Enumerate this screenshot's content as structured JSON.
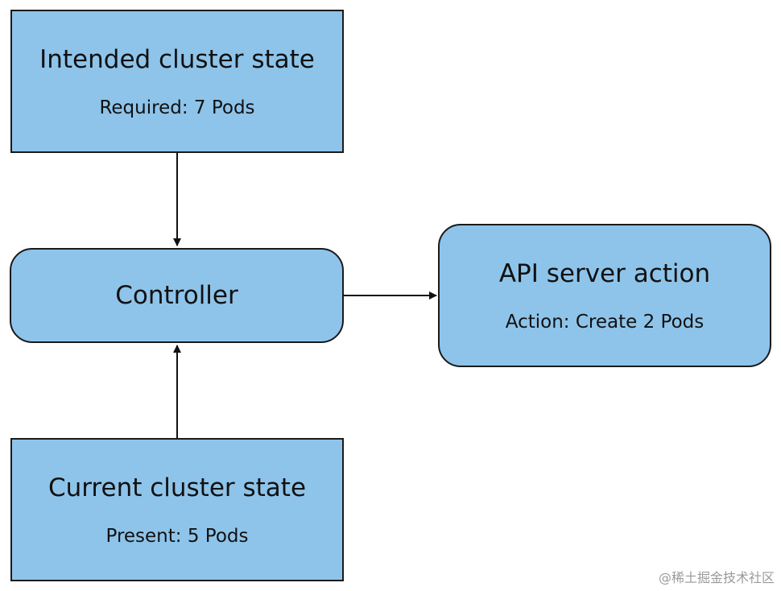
{
  "diagram": {
    "nodes": {
      "intended": {
        "title": "Intended cluster state",
        "subtitle": "Required: 7 Pods"
      },
      "controller": {
        "title": "Controller"
      },
      "api": {
        "title": "API server action",
        "subtitle": "Action: Create 2 Pods"
      },
      "current": {
        "title": "Current cluster state",
        "subtitle": "Present: 5 Pods"
      }
    },
    "edges": [
      {
        "from": "intended",
        "to": "controller"
      },
      {
        "from": "current",
        "to": "controller"
      },
      {
        "from": "controller",
        "to": "api"
      }
    ],
    "colors": {
      "node_fill": "#8ec4ea",
      "stroke": "#1a1a1a"
    }
  },
  "watermark": "@稀土掘金技术社区"
}
